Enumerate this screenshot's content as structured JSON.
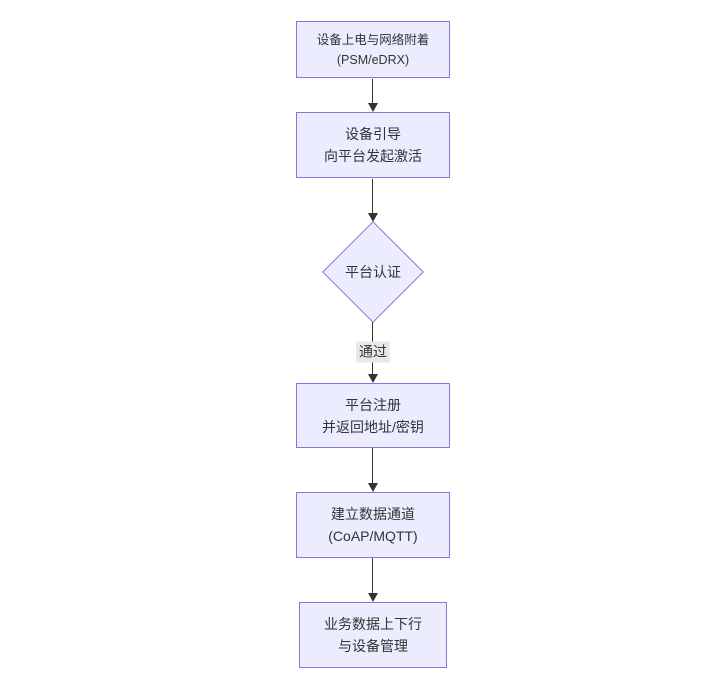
{
  "diagram": {
    "type": "flowchart",
    "direction": "top-down",
    "colors": {
      "node_fill": "#ECECFF",
      "node_border": "#9370DB",
      "edge_color": "#333333",
      "text_color": "#333333",
      "edge_label_bg": "#e8e8e8",
      "background": "#ffffff"
    },
    "nodes": [
      {
        "id": "power-attach",
        "shape": "rect",
        "lines": [
          "设备上电与网络附着",
          "(PSM/eDRX)"
        ]
      },
      {
        "id": "bootstrap",
        "shape": "rect",
        "lines": [
          "设备引导",
          "向平台发起激活"
        ]
      },
      {
        "id": "platform-auth",
        "shape": "diamond",
        "lines": [
          "平台认证"
        ]
      },
      {
        "id": "platform-register",
        "shape": "rect",
        "lines": [
          "平台注册",
          "并返回地址/密钥"
        ]
      },
      {
        "id": "data-channel",
        "shape": "rect",
        "lines": [
          "建立数据通道",
          "(CoAP/MQTT)"
        ]
      },
      {
        "id": "business-data",
        "shape": "rect",
        "lines": [
          "业务数据上下行",
          "与设备管理"
        ]
      }
    ],
    "edges": [
      {
        "from": "power-attach",
        "to": "bootstrap",
        "label": ""
      },
      {
        "from": "bootstrap",
        "to": "platform-auth",
        "label": ""
      },
      {
        "from": "platform-auth",
        "to": "platform-register",
        "label": "通过"
      },
      {
        "from": "platform-register",
        "to": "data-channel",
        "label": ""
      },
      {
        "from": "data-channel",
        "to": "business-data",
        "label": ""
      }
    ]
  }
}
